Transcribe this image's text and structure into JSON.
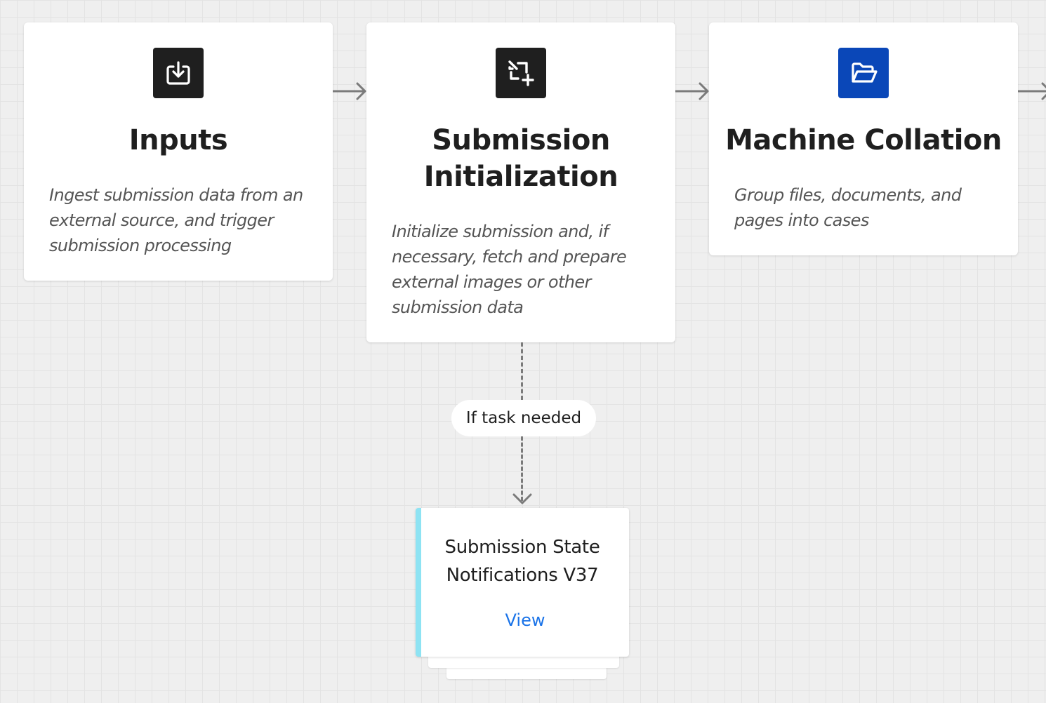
{
  "steps": [
    {
      "title": "Inputs",
      "description": "Ingest submission data from an external source, and trigger submission processing",
      "icon": "download-tray-icon",
      "icon_bg": "#1f1f1f"
    },
    {
      "title": "Submission Initialization",
      "description": "Initialize submission and, if necessary, fetch and prepare external images or other submission data",
      "icon": "crop-add-icon",
      "icon_bg": "#1f1f1f"
    },
    {
      "title": "Machine Collation",
      "description": "Group files, documents, and pages into cases",
      "icon": "folder-open-icon",
      "icon_bg": "#0a47b8"
    }
  ],
  "branch": {
    "condition": "If task needed"
  },
  "task": {
    "title": "Submission State Notifications V37",
    "link_label": "View",
    "accent_color": "#8ee3f3",
    "link_color": "#1a73e8"
  }
}
